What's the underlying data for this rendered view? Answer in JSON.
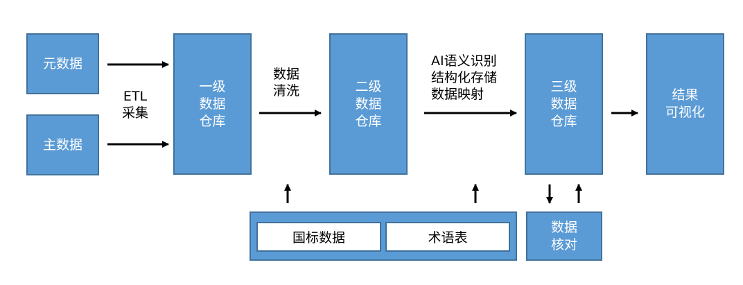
{
  "nodes": {
    "metadata": "元数据",
    "master_data": "主数据",
    "level1_warehouse": "一级\n数据\n仓库",
    "level2_warehouse": "二级\n数据\n仓库",
    "level3_warehouse": "三级\n数据\n仓库",
    "visualization": "结果\n可视化",
    "national_standard_data": "国标数据",
    "glossary": "术语表",
    "data_verification": "数据\n核对"
  },
  "edge_labels": {
    "etl": "ETL\n采集",
    "cleaning": "数据\n清洗",
    "ai_processing": "AI语义识别\n结构化存储\n数据映射"
  },
  "colors": {
    "box_fill": "#5b9bd5",
    "box_border": "#41719c",
    "box_text": "#ffffff",
    "arrow": "#000000"
  }
}
